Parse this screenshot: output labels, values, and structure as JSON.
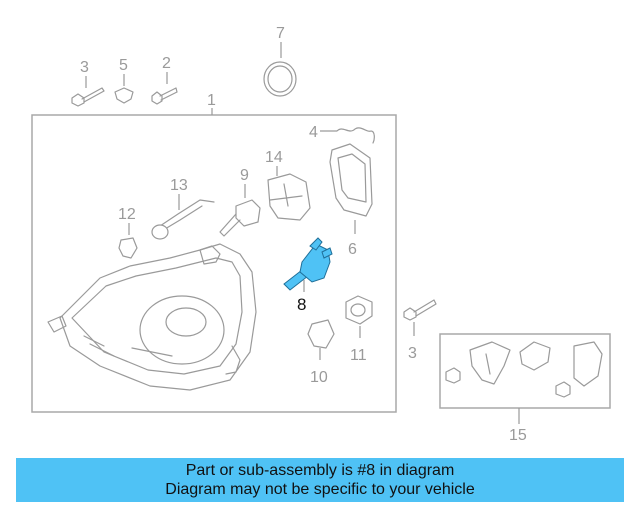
{
  "diagram": {
    "callouts": {
      "c1": "1",
      "c2": "2",
      "c3_top": "3",
      "c3_right": "3",
      "c4": "4",
      "c5": "5",
      "c6": "6",
      "c7": "7",
      "c8": "8",
      "c9": "9",
      "c10": "10",
      "c11": "11",
      "c12": "12",
      "c13": "13",
      "c14": "14",
      "c15": "15"
    },
    "highlighted_part": "8",
    "highlight_color": "#4fc2f5",
    "line_color": "#9a9a9a"
  },
  "banner": {
    "line1": "Part or sub-assembly is #8 in diagram",
    "line2": "Diagram may not be specific to your vehicle",
    "background": "#4fc2f5"
  }
}
